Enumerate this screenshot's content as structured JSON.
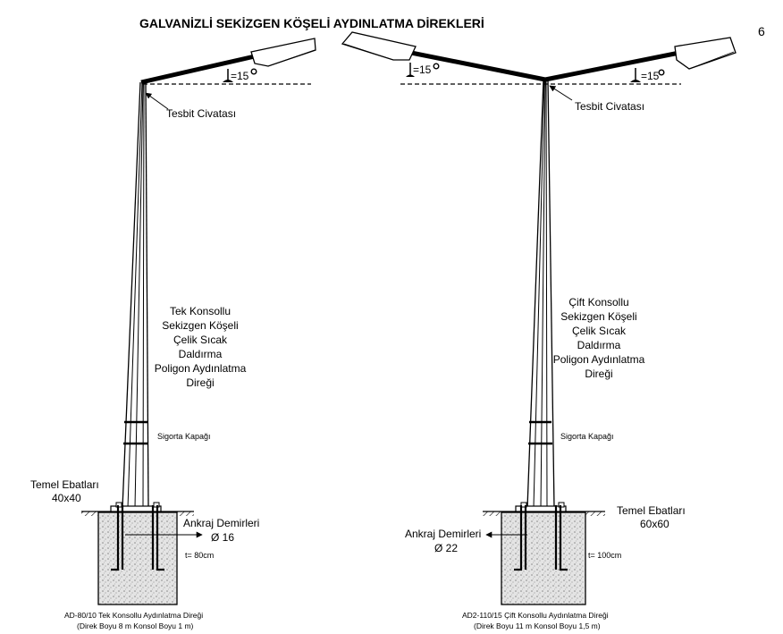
{
  "title": "GALVANİZLİ SEKİZGEN KÖŞELİ AYDINLATMA DİREKLERİ",
  "page_number": "6",
  "left_pole": {
    "angle_label": "=15",
    "bolt_label": "Tesbit Civatası",
    "description": [
      "Tek Konsollu",
      "Sekizgen Köşeli",
      "Çelik Sıcak",
      "Daldırma",
      "Poligon Aydınlatma",
      "Direği"
    ],
    "fuse_label": "Sigorta Kapağı",
    "foundation_label": "Temel Ebatları",
    "foundation_size": "40x40",
    "anchor_label": "Ankraj Demirleri",
    "anchor_size": "Ø 16",
    "thickness": "t= 80cm",
    "caption_line1": "AD-80/10 Tek Konsollu Aydınlatma Direği",
    "caption_line2": "(Direk Boyu 8 m Konsol Boyu 1 m)"
  },
  "right_pole": {
    "angle_label_left": "=15",
    "angle_label_right": "=15",
    "bolt_label": "Tesbit Civatası",
    "description": [
      "Çift Konsollu",
      "Sekizgen Köşeli",
      "Çelik Sıcak",
      "Daldırma",
      "Poligon Aydınlatma",
      "Direği"
    ],
    "fuse_label": "Sigorta Kapağı",
    "foundation_label": "Temel Ebatları",
    "foundation_size": "60x60",
    "anchor_label": "Ankraj Demirleri",
    "anchor_size": "Ø 22",
    "thickness": "t= 100cm",
    "caption_line1": "AD2-110/15 Çift Konsollu Aydınlatma Direği",
    "caption_line2": "(Direk Boyu 11 m Konsol Boyu 1,5 m)"
  }
}
